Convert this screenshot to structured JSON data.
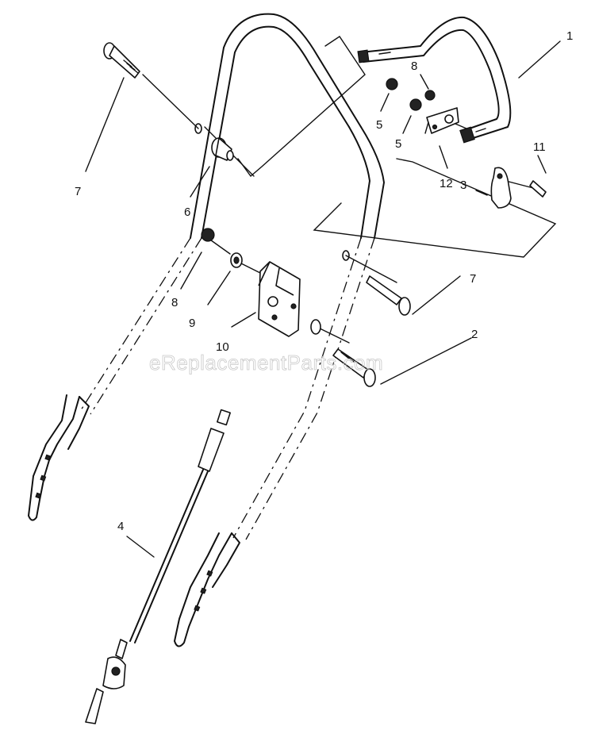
{
  "watermark": "eReplacementParts.com",
  "callouts": [
    {
      "id": "callout-1",
      "label": "1"
    },
    {
      "id": "callout-2",
      "label": "2"
    },
    {
      "id": "callout-3",
      "label": "3"
    },
    {
      "id": "callout-4",
      "label": "4"
    },
    {
      "id": "callout-5a",
      "label": "5"
    },
    {
      "id": "callout-5b",
      "label": "5"
    },
    {
      "id": "callout-6",
      "label": "6"
    },
    {
      "id": "callout-7a",
      "label": "7"
    },
    {
      "id": "callout-7b",
      "label": "7"
    },
    {
      "id": "callout-8a",
      "label": "8"
    },
    {
      "id": "callout-8b",
      "label": "8"
    },
    {
      "id": "callout-9",
      "label": "9"
    },
    {
      "id": "callout-10",
      "label": "10"
    },
    {
      "id": "callout-11",
      "label": "11"
    },
    {
      "id": "callout-12",
      "label": "12"
    }
  ]
}
